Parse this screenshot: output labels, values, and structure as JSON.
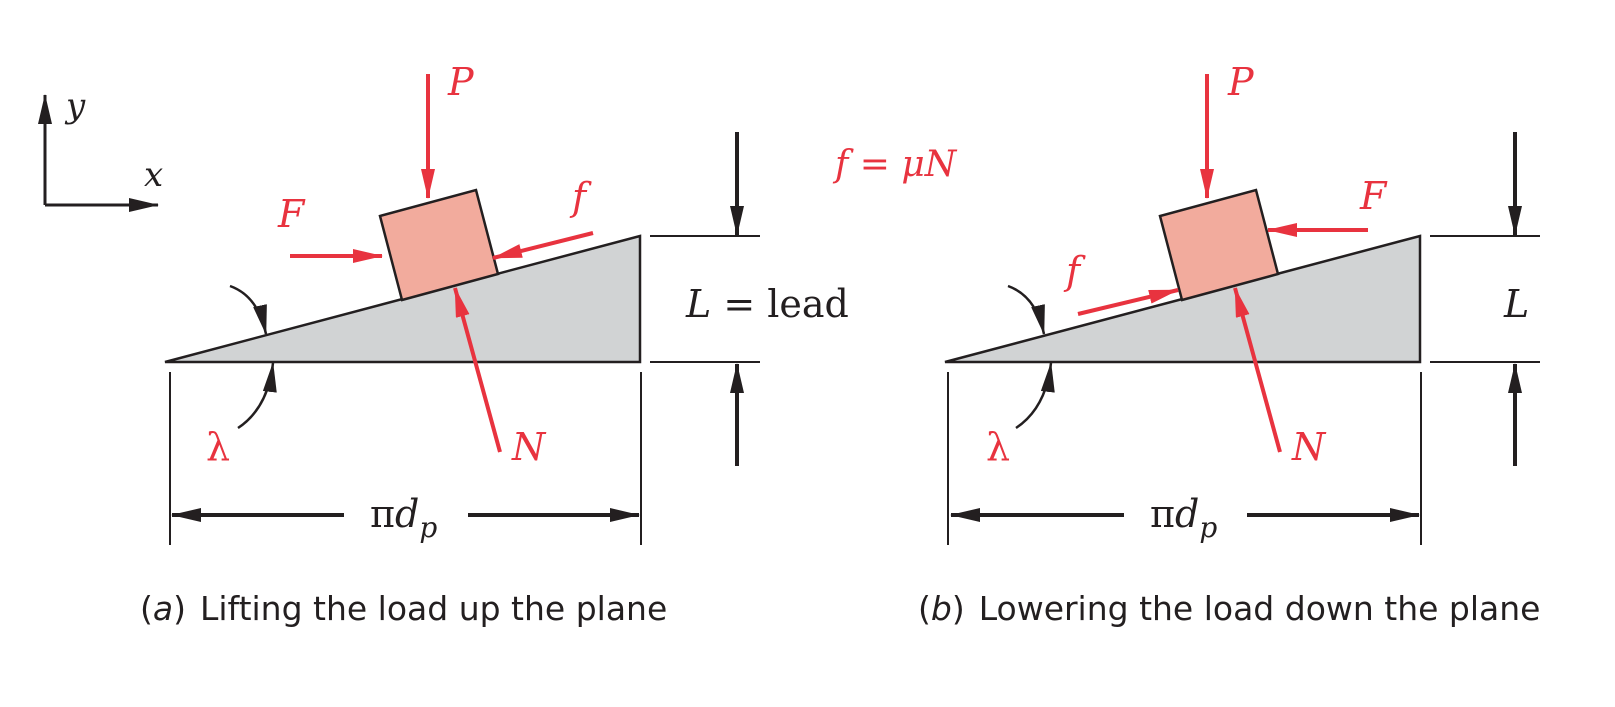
{
  "axes": {
    "x_label": "x",
    "y_label": "y"
  },
  "formula": {
    "lhs": "f",
    "eq": " = ",
    "rhs": "μN"
  },
  "panel_a": {
    "caption_letter": "a",
    "caption_text": "Lifting the load up the plane",
    "force_P": "P",
    "force_F": "F",
    "force_f": "f",
    "force_N": "N",
    "angle": "λ",
    "lead_var": "L",
    "lead_text": " = lead",
    "base_pi": "π",
    "base_d": "d",
    "base_sub": "p"
  },
  "panel_b": {
    "caption_letter": "b",
    "caption_text": "Lowering the load down the plane",
    "force_P": "P",
    "force_F": "F",
    "force_f": "f",
    "force_N": "N",
    "angle": "λ",
    "lead_var": "L",
    "base_pi": "π",
    "base_d": "d",
    "base_sub": "p"
  },
  "colors": {
    "force": "#e8333f",
    "block_fill": "#f2ab9d",
    "plane_fill": "#d1d3d4",
    "ink": "#231f20"
  }
}
